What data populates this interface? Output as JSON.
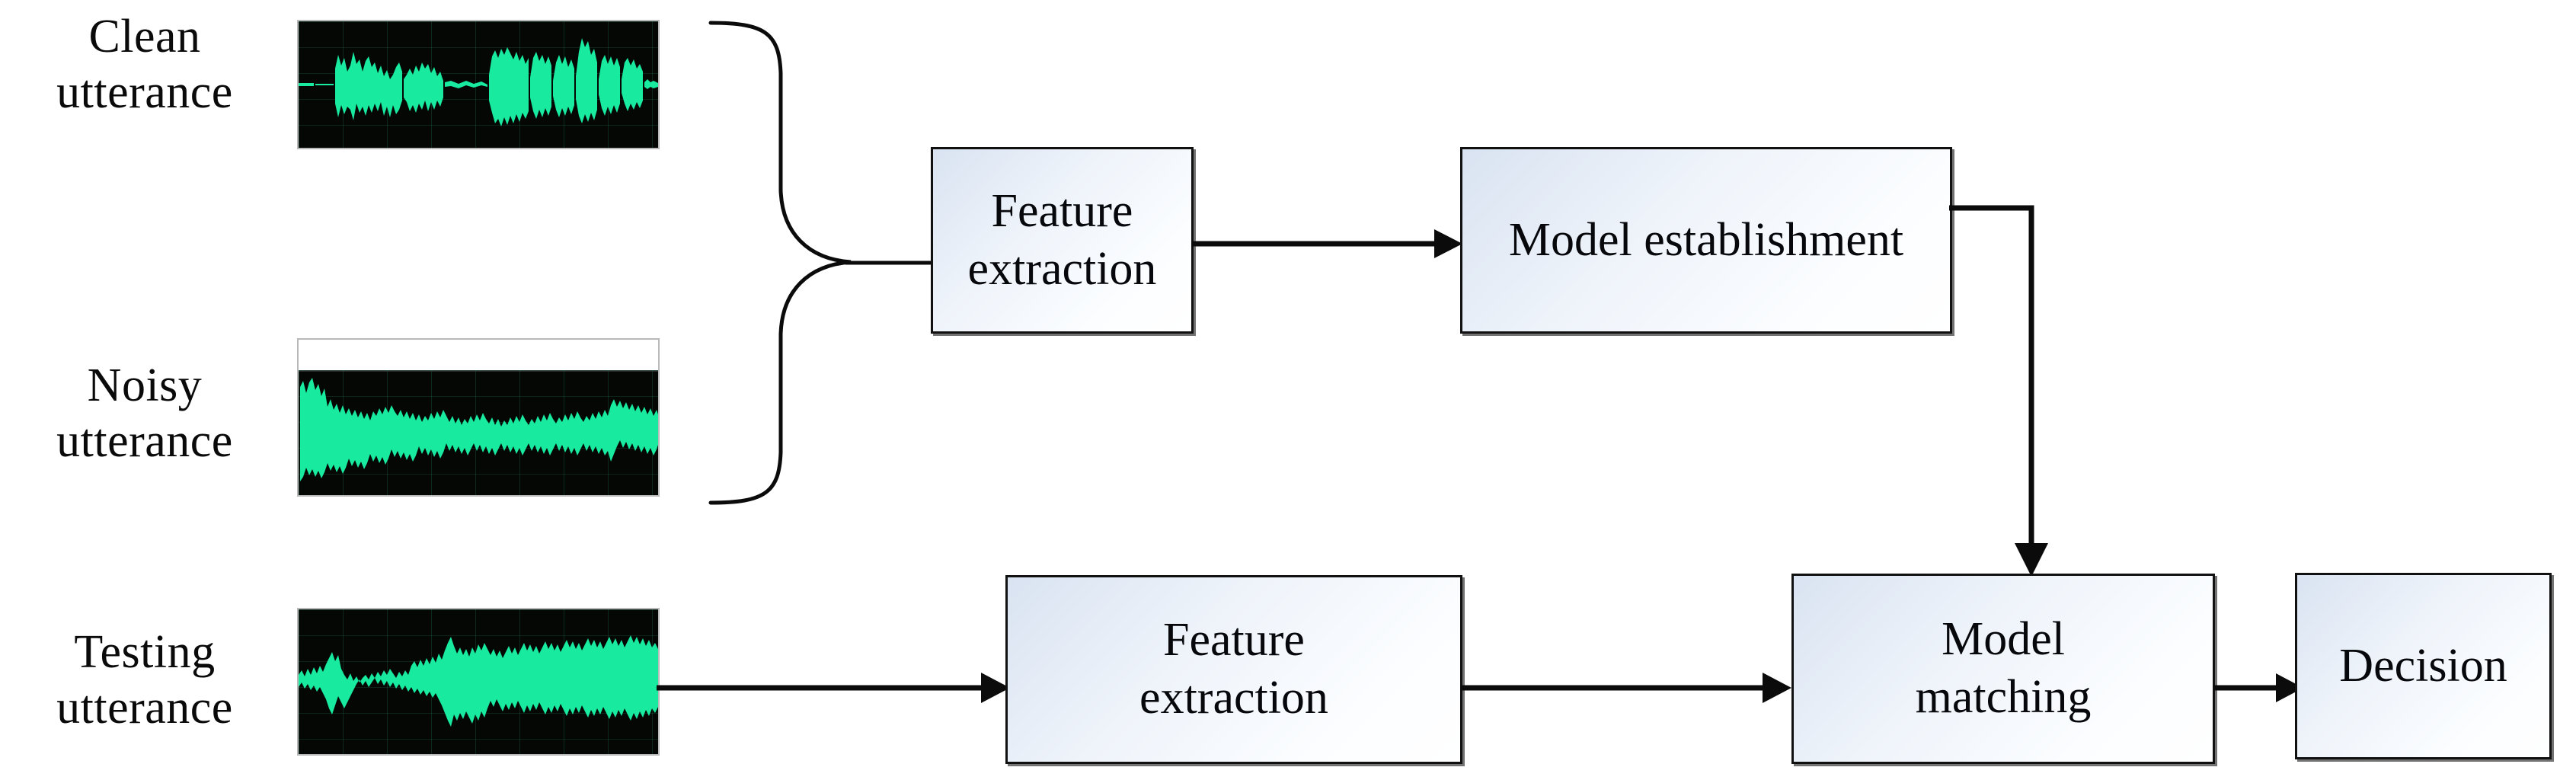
{
  "diagram": {
    "title": "Speaker/speech recognition training and testing block diagram",
    "background_color": "#ffffff",
    "box_border_color": "#111111",
    "box_fill_start": "#d9e3f1",
    "box_fill_end": "#ffffff",
    "waveform_color": "#18eba0",
    "waveform_background": "#050705",
    "connector_color": "#0b0b0b"
  },
  "labels": {
    "clean": "Clean\nutterance",
    "noisy": "Noisy\nutterance",
    "testing": "Testing\nutterance"
  },
  "waveforms": [
    {
      "name": "clean-utterance-waveform",
      "kind": "speech-waveform"
    },
    {
      "name": "noisy-utterance-waveform",
      "kind": "noisy-speech-waveform"
    },
    {
      "name": "testing-utterance-waveform",
      "kind": "testing-speech-waveform"
    }
  ],
  "boxes": {
    "feature_extraction_train": "Feature\nextraction",
    "model_establishment": "Model establishment",
    "feature_extraction_test": "Feature\nextraction",
    "model_matching": "Model\nmatching",
    "decision": "Decision"
  },
  "connectors": [
    {
      "name": "brace-clean-noisy-to-feature-extraction",
      "kind": "curly-brace"
    },
    {
      "name": "arrow-feature-extraction-to-model-establishment",
      "kind": "arrow-right"
    },
    {
      "name": "arrow-model-establishment-to-model-matching",
      "kind": "arrow-elbow-down"
    },
    {
      "name": "arrow-testing-utterance-to-feature-extraction",
      "kind": "arrow-right"
    },
    {
      "name": "arrow-feature-extraction-to-model-matching",
      "kind": "arrow-right"
    },
    {
      "name": "arrow-model-matching-to-decision",
      "kind": "arrow-right"
    }
  ]
}
